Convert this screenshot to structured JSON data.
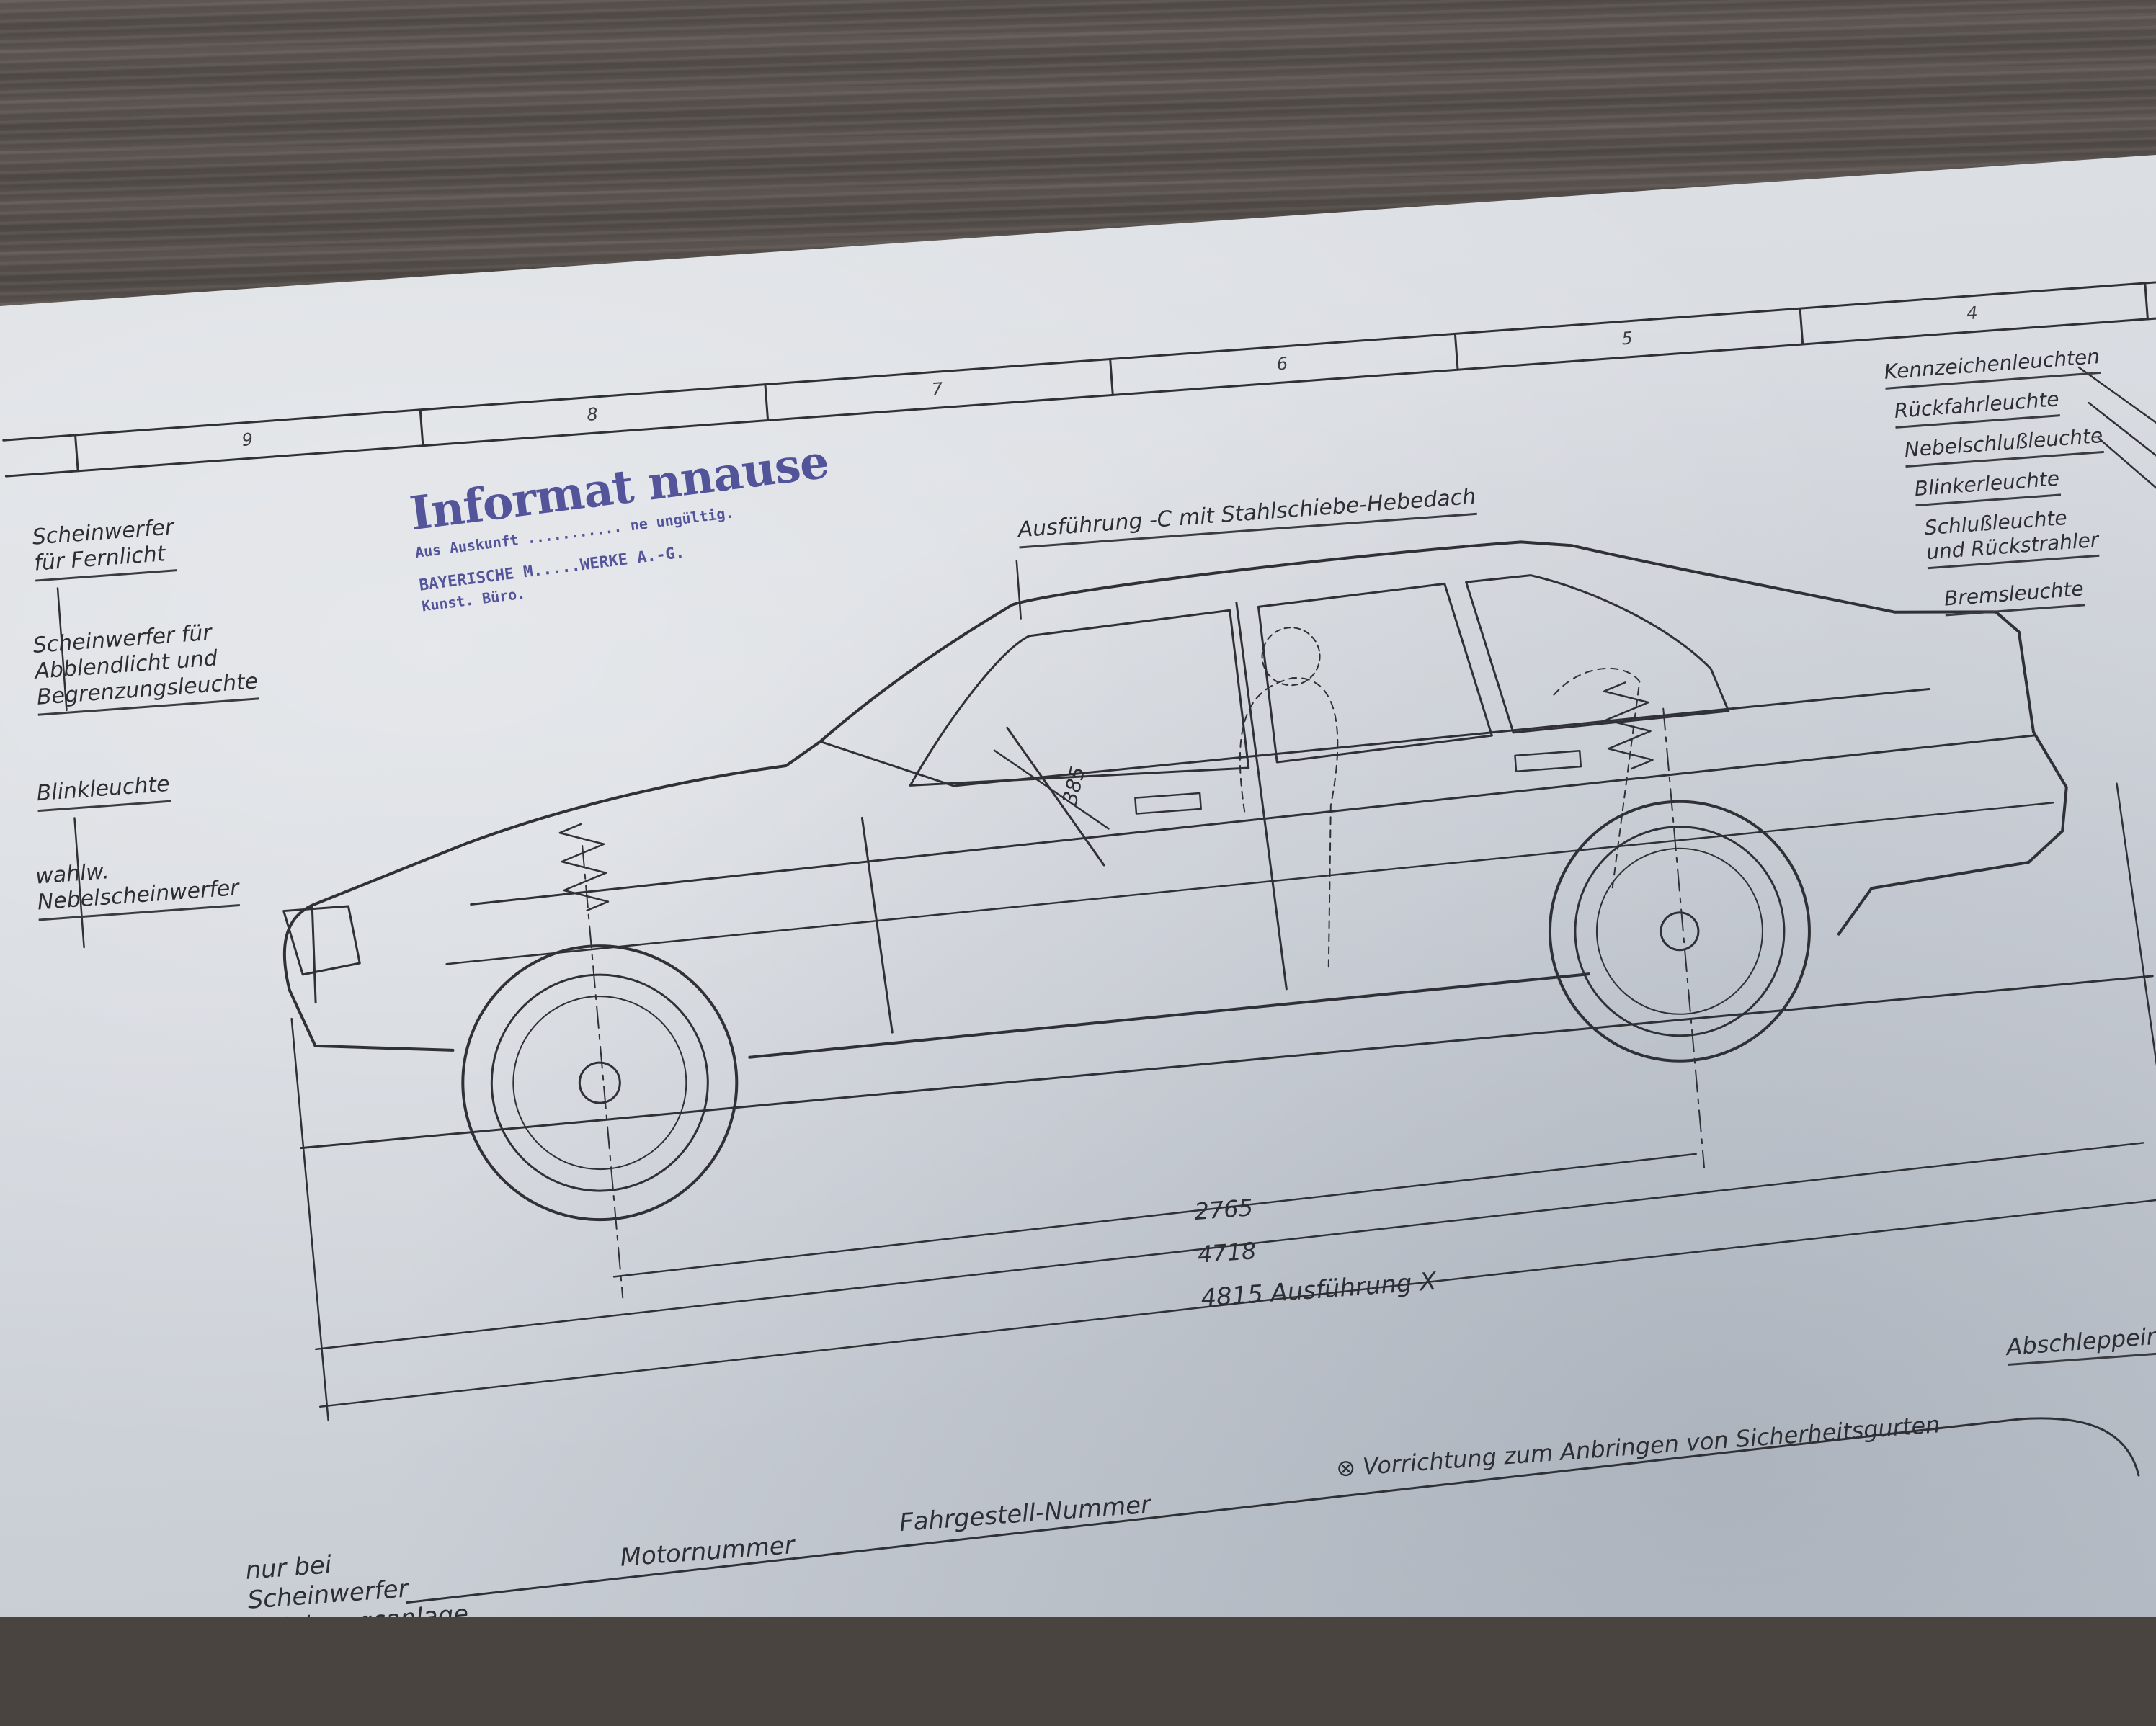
{
  "grid_numbers": [
    "9",
    "8",
    "7",
    "6",
    "5",
    "4"
  ],
  "labels_left": {
    "scheinwerfer_fern": "Scheinwerfer\nfür Fernlicht",
    "scheinwerfer_abblend": "Scheinwerfer für\nAbblendlicht und\nBegrenzungsleuchte",
    "blinkleuchte": "Blinkleuchte",
    "nebelscheinwerfer": "wahlw.\nNebelscheinwerfer"
  },
  "labels_right": [
    "Kennzeichenleuchten",
    "Rückfahrleuchte",
    "Nebelschlußleuchte",
    "Blinkerleuchte",
    "Schlußleuchte\nund Rückstrahler",
    "Bremsleuchte"
  ],
  "roof_label": "Ausführung -C mit Stahlschiebe-Hebedach",
  "stamp": {
    "title": "Informat     nnause",
    "line1": "Aus Auskunft ........... ne ungültig.",
    "line2": "BAYERISCHE M.....WERKE A.-G.",
    "line3": "Kunst. Büro."
  },
  "dimensions": {
    "seat": "385",
    "wheelbase": "2765",
    "length": "4718",
    "length_x": "4815 Ausführung X"
  },
  "labels_bottom": {
    "reinigung": "nur bei\nScheinwerfer\nReinigungsanlage",
    "motornummer": "Motornummer",
    "fahrgestell": "Fahrgestell-Nummer",
    "sicherheitsgurte": "⊗ Vorrichtung zum Anbringen von Sicherheitsgurten",
    "abschlepp": "Abschleppeinrichtung"
  },
  "colors": {
    "ink": "#2c2e33",
    "stamp": "#3a3b8c",
    "paper": "#d7dbe0"
  }
}
